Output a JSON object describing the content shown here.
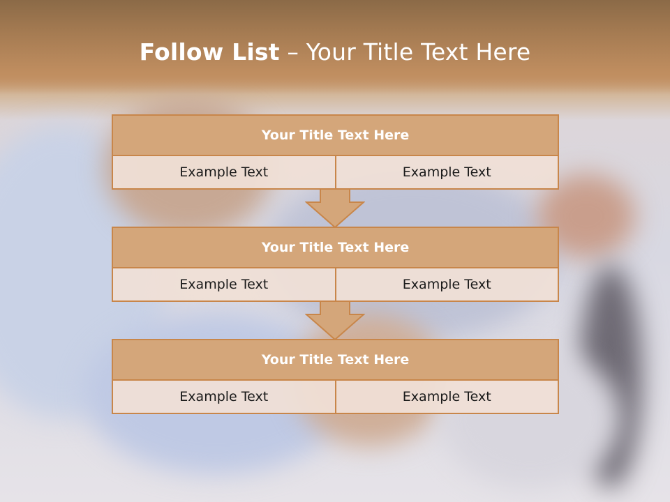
{
  "slide": {
    "title_bold": "Follow List",
    "title_rest": " – Your Title Text Here",
    "boxes": [
      {
        "title": "Your Title Text Here",
        "left": "Example Text",
        "right": "Example Text"
      },
      {
        "title": "Your Title Text Here",
        "left": "Example Text",
        "right": "Example Text"
      },
      {
        "title": "Your Title Text Here",
        "left": "Example Text",
        "right": "Example Text"
      }
    ]
  },
  "colors": {
    "accent": "#c8864a",
    "header_fill": "#d4a67a",
    "cell_fill": "#f0e0d6",
    "title_band": "#a57b52"
  },
  "icons": [
    "down-arrow-icon",
    "down-arrow-icon"
  ]
}
